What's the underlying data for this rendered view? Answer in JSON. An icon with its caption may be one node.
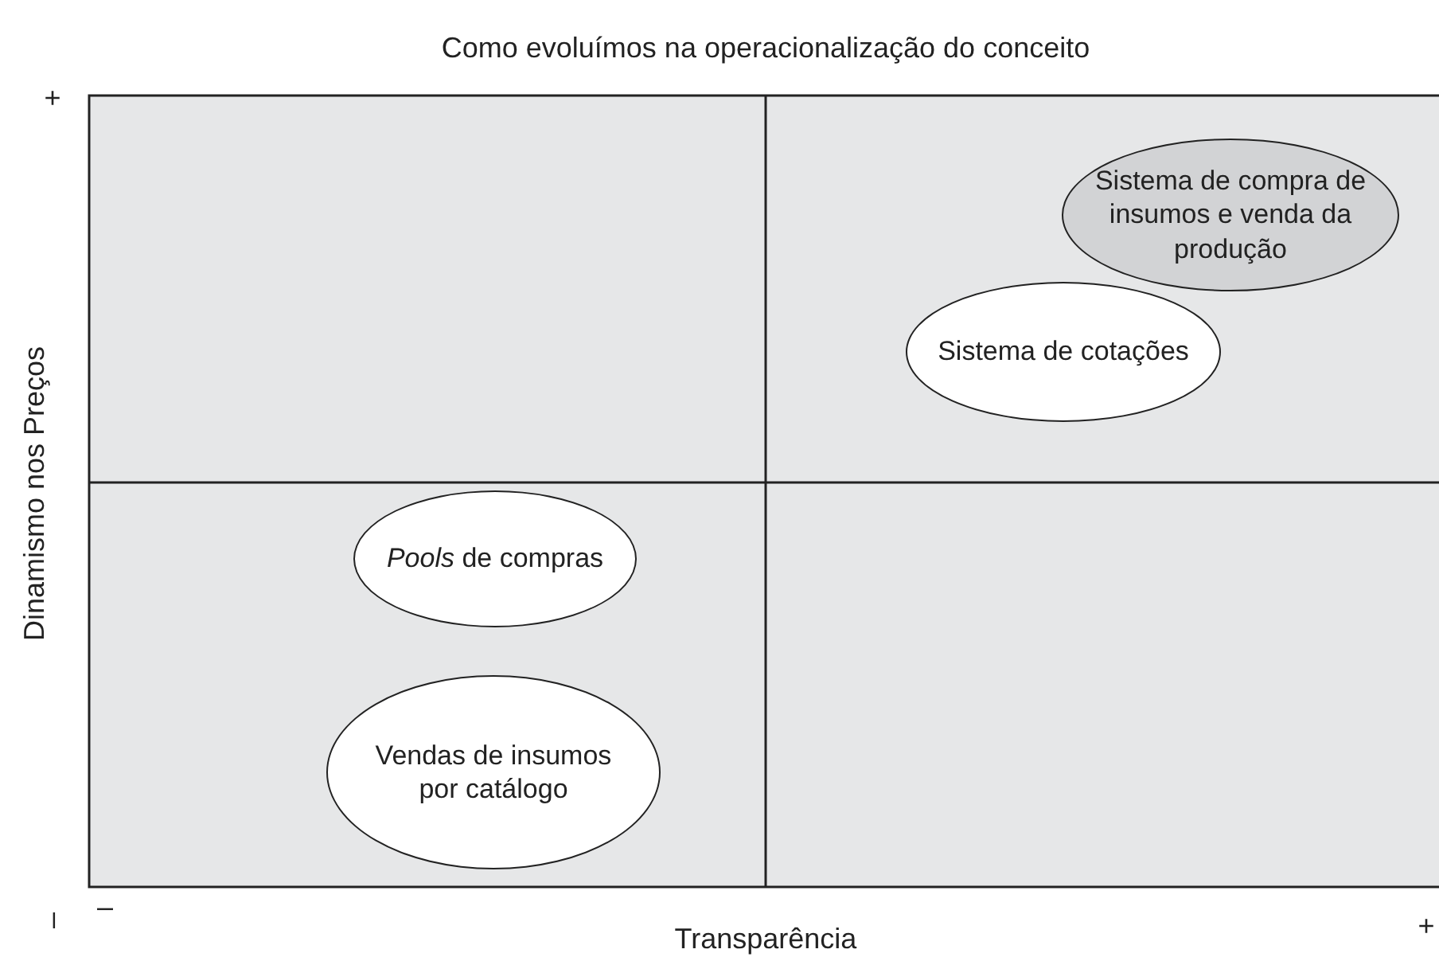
{
  "diagram": {
    "title": "Como evoluímos na operacionalização do conceito",
    "nodes": [
      {
        "text": [
          "Sistema de compra de insumos e venda da produção"
        ]
      },
      {
        "text": [
          "Sistema de cotações"
        ]
      },
      {
        "text": [
          "*Pools* de compras"
        ]
      },
      {
        "text": [
          "Vendas de insumos por catálogo"
        ]
      }
    ],
    "labels": [
      "+",
      "Dinamismo nos Preços",
      "–",
      "–",
      "Transparência",
      "+"
    ]
  }
}
